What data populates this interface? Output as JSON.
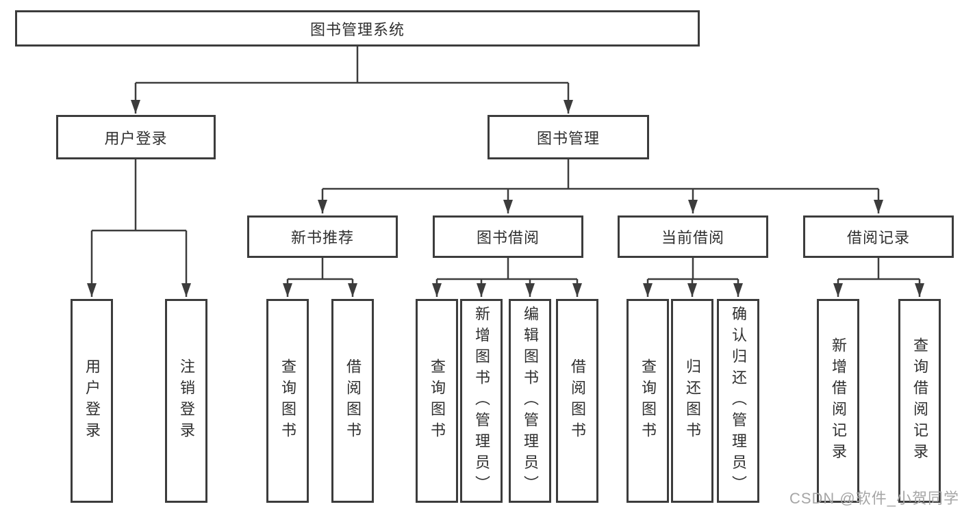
{
  "diagram": {
    "root": {
      "label": "图书管理系统"
    },
    "level2": [
      {
        "label": "用户登录"
      },
      {
        "label": "图书管理"
      }
    ],
    "level3": [
      {
        "label": "新书推荐"
      },
      {
        "label": "图书借阅"
      },
      {
        "label": "当前借阅"
      },
      {
        "label": "借阅记录"
      }
    ],
    "leaves_user_login": [
      "用户登录",
      "注销登录"
    ],
    "leaves_new_books": [
      "查询图书",
      "借阅图书"
    ],
    "leaves_book_borrow": [
      "查询图书",
      "新增图书（管理员）",
      "编辑图书（管理员）",
      "借阅图书"
    ],
    "leaves_current_borrow": [
      "查询图书",
      "归还图书",
      "确认归还（管理员）"
    ],
    "leaves_borrow_records": [
      "新增借阅记录",
      "查询借阅记录"
    ]
  },
  "watermark": "CSDN @软件_小贺同学",
  "colors": {
    "line": "#3c3c3c",
    "box_border": "#3c3c3c",
    "text": "#2f2f2f",
    "watermark": "#a6a6a6",
    "background": "#ffffff"
  }
}
